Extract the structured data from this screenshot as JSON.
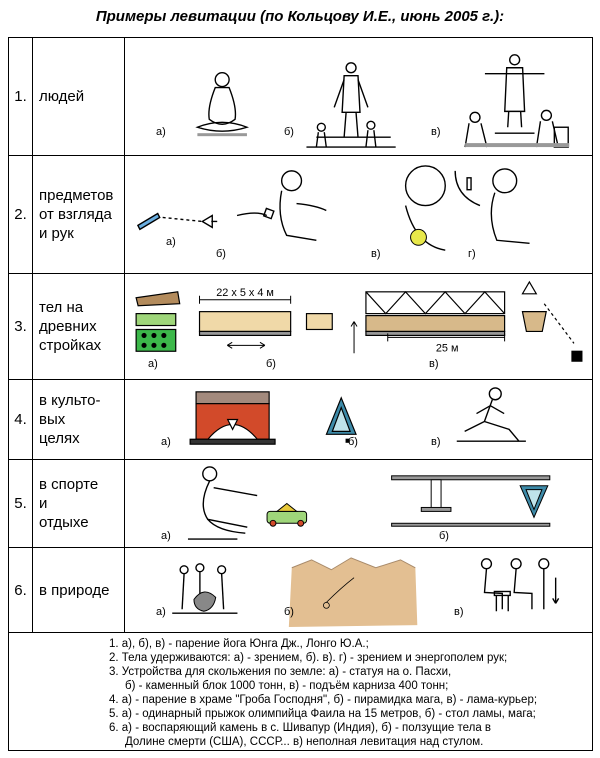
{
  "title": "Примеры левитации (по Кольцову И.Е., июнь 2005 г.):",
  "rows": [
    {
      "num": "1.",
      "label": "людей",
      "captions": [
        "а)",
        "б)",
        "в)"
      ]
    },
    {
      "num": "2.",
      "label": "предметов\nот взгляда\nи рук",
      "captions": [
        "а)",
        "б)",
        "в)",
        "г)"
      ]
    },
    {
      "num": "3.",
      "label": "тел на\nдревних\nстройках",
      "captions": [
        "а)",
        "б)",
        "в)"
      ],
      "dims_small": "22 x 5 x 4 м",
      "dims_large": "25 м"
    },
    {
      "num": "4.",
      "label": "в культо-\nвых\nцелях",
      "captions": [
        "а)",
        "б)",
        "в)"
      ]
    },
    {
      "num": "5.",
      "label": "в спорте\nи\nотдыхе",
      "captions": [
        "а)",
        "б)"
      ]
    },
    {
      "num": "6.",
      "label": "в природе",
      "captions": [
        "а)",
        "б)",
        "в)"
      ]
    }
  ],
  "notes": [
    "1. а), б), в) - парение йога Юнга Дж., Лонго Ю.А.;",
    "2. Тела удерживаются: а) - зрением, б). в). г) - зрением и энергополем рук;",
    "3. Устройства для скольжения по земле: а) - статуя на о. Пасхи,",
    "б) - каменный блок 1000 тонн, в) - подъём карниза 400 тонн;",
    "4. а) - парение в храме \"Гроба Господня\", б) - пирамидка мага, в) - лама-курьер;",
    "5. а) - одинарный прыжок олимпийца Фаила на 15 метров, б) - стол ламы, мага;",
    "6. а) - воспаряющий камень в с. Шивапур (Индия), б) - ползущие тела в",
    "Долине смерти (США), СССР...      в) неполная левитация над стулом."
  ]
}
